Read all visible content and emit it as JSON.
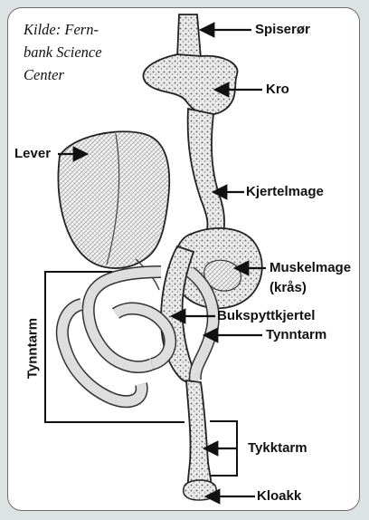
{
  "caption": {
    "line1": "Kilde: Fern-",
    "line2": "bank Science",
    "line3": "Center"
  },
  "labels": {
    "spiseror": "Spiserør",
    "kro": "Kro",
    "lever": "Lever",
    "kjertelmage": "Kjertelmage",
    "muskelmage": "Muskelmage",
    "kras": "(krås)",
    "bukspyttkjertel": "Bukspyttkjertel",
    "tynntarm_right": "Tynntarm",
    "tynntarm_left": "Tynntarm",
    "tykktarm": "Tykktarm",
    "kloakk": "Kloakk"
  }
}
